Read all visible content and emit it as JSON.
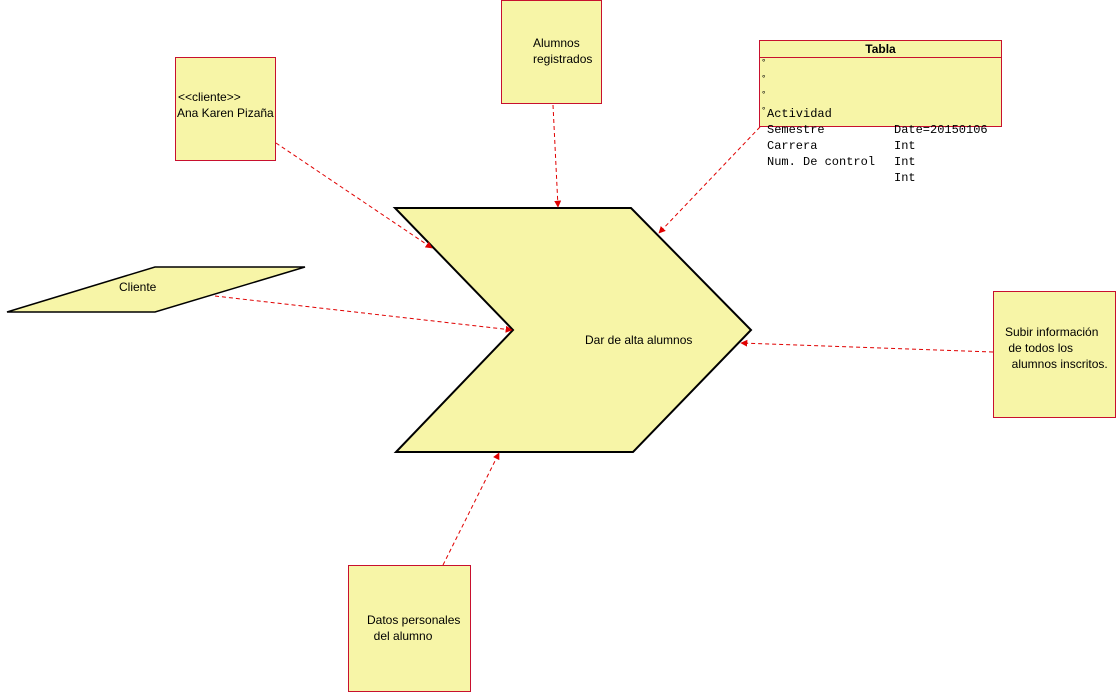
{
  "process": {
    "label": "Dar de alta alumnos"
  },
  "actor": {
    "label": "Cliente"
  },
  "client_note": {
    "stereotype": "<<cliente>>",
    "name": "Ana Karen Pizaña"
  },
  "registered_note": {
    "line1": "Alumnos",
    "line2": "registrados"
  },
  "tabla": {
    "title": "Tabla",
    "rows": [
      {
        "attr": "Actividad",
        "type": "Date=20150106"
      },
      {
        "attr": "Semestre",
        "type": "Int"
      },
      {
        "attr": "Carrera",
        "type": "Int"
      },
      {
        "attr": "Num. De control",
        "type": "Int"
      }
    ]
  },
  "goal_note": {
    "line1": "Subir información",
    "line2": " de todos los",
    "line3": "  alumnos inscritos."
  },
  "input_note": {
    "line1": "Datos personales",
    "line2": "  del alumno"
  },
  "colors": {
    "fill": "#f7f5a7",
    "note_border": "#c8102e",
    "arrow": "#e00000",
    "shape_stroke": "#000000"
  }
}
